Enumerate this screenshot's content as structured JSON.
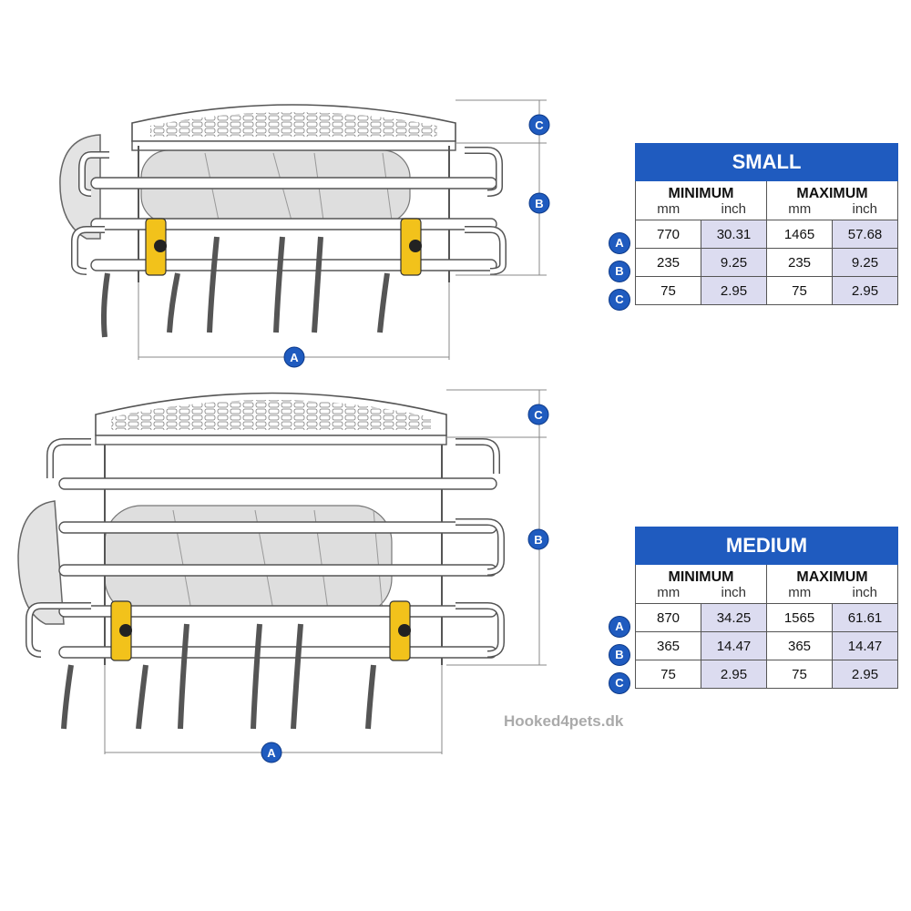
{
  "diagrams": {
    "small": {
      "labels": {
        "a": "A",
        "b": "B",
        "c": "C"
      }
    },
    "medium": {
      "labels": {
        "a": "A",
        "b": "B",
        "c": "C"
      }
    }
  },
  "tables": {
    "small": {
      "title": "SMALL",
      "minimum_label": "MINIMUM",
      "maximum_label": "MAXIMUM",
      "unit_mm": "mm",
      "unit_inch": "inch",
      "rows": [
        {
          "key": "A",
          "min_mm": "770",
          "min_inch": "30.31",
          "max_mm": "1465",
          "max_inch": "57.68"
        },
        {
          "key": "B",
          "min_mm": "235",
          "min_inch": "9.25",
          "max_mm": "235",
          "max_inch": "9.25"
        },
        {
          "key": "C",
          "min_mm": "75",
          "min_inch": "2.95",
          "max_mm": "75",
          "max_inch": "2.95"
        }
      ]
    },
    "medium": {
      "title": "MEDIUM",
      "minimum_label": "MINIMUM",
      "maximum_label": "MAXIMUM",
      "unit_mm": "mm",
      "unit_inch": "inch",
      "rows": [
        {
          "key": "A",
          "min_mm": "870",
          "min_inch": "34.25",
          "max_mm": "1565",
          "max_inch": "61.61"
        },
        {
          "key": "B",
          "min_mm": "365",
          "min_inch": "14.47",
          "max_mm": "365",
          "max_inch": "14.47"
        },
        {
          "key": "C",
          "min_mm": "75",
          "min_inch": "2.95",
          "max_mm": "75",
          "max_inch": "2.95"
        }
      ]
    }
  },
  "watermark": "Hooked4pets.dk",
  "colors": {
    "accent_blue": "#1f5bbf",
    "shade": "#dcdcf0",
    "clamp_yellow": "#f2c21b"
  }
}
